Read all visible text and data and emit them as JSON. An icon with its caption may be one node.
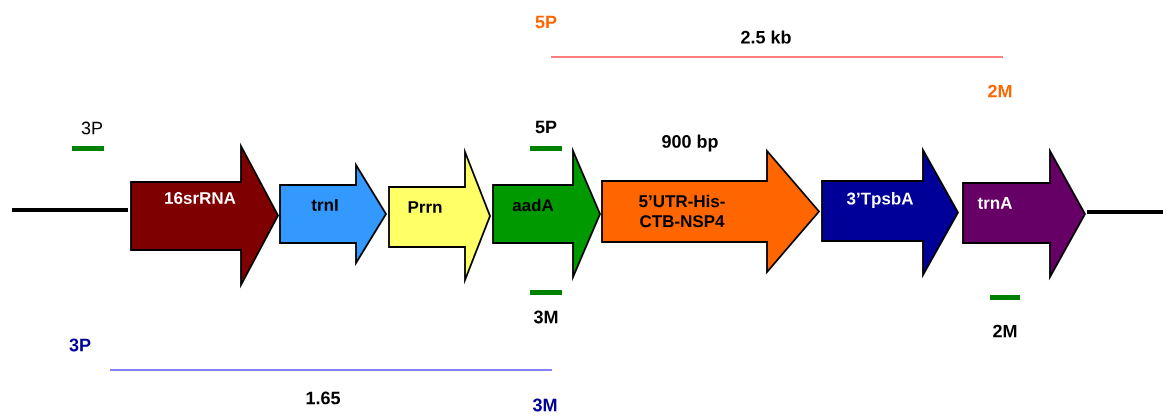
{
  "diagram": {
    "nodes": [
      {
        "text": [
          "16srRNA"
        ]
      },
      {
        "text": [
          "trnI"
        ]
      },
      {
        "text": [
          "Prrn"
        ]
      },
      {
        "text": [
          "aadA"
        ]
      },
      {
        "text": [
          "5’UTR-His-CTB-NSP4"
        ]
      },
      {
        "text": [
          "3’TpsbA"
        ]
      },
      {
        "text": [
          "trnA"
        ]
      }
    ],
    "labels": [
      "5P",
      "2.5 kb",
      "2M",
      "3P",
      "5P",
      "900 bp",
      "3M",
      "2M",
      "3P",
      "1.65",
      "3M"
    ]
  }
}
